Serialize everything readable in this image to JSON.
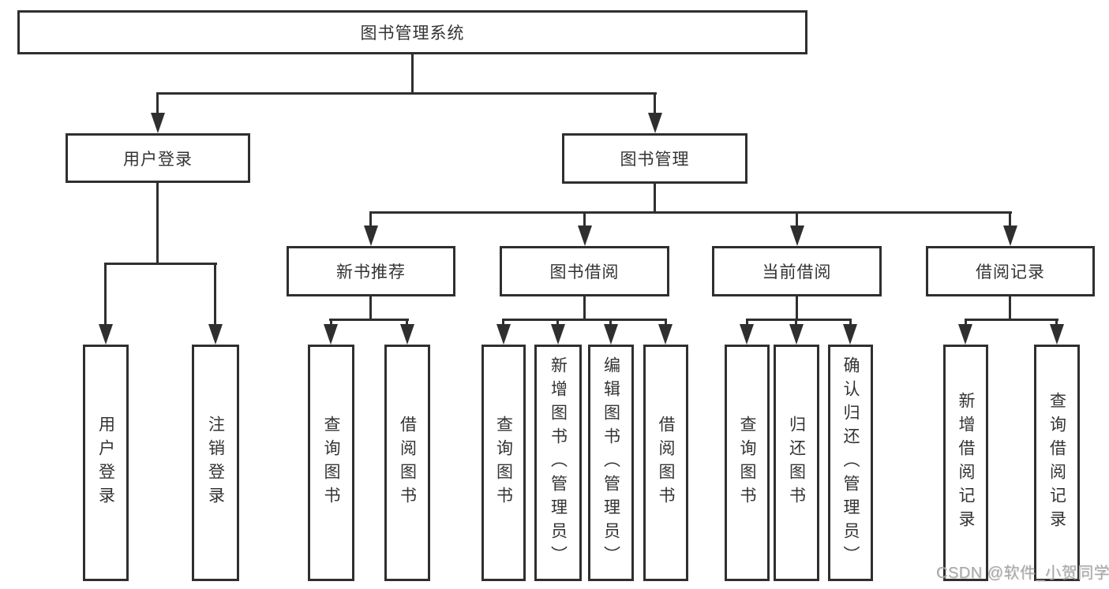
{
  "diagram_type": "hierarchy-tree",
  "colors": {
    "line": "#2f2f2f",
    "border": "#2f2f2f",
    "text": "#333333",
    "background": "#ffffff",
    "watermark": "#a8a8a8"
  },
  "tree": {
    "root": {
      "label": "图书管理系统",
      "children": [
        {
          "label": "用户登录",
          "children": [
            {
              "label": "用户登录"
            },
            {
              "label": "注销登录"
            }
          ]
        },
        {
          "label": "图书管理",
          "children": [
            {
              "label": "新书推荐",
              "children": [
                {
                  "label": "查询图书"
                },
                {
                  "label": "借阅图书"
                }
              ]
            },
            {
              "label": "图书借阅",
              "children": [
                {
                  "label": "查询图书"
                },
                {
                  "label": "新增图书（管理员）"
                },
                {
                  "label": "编辑图书（管理员）"
                },
                {
                  "label": "借阅图书"
                }
              ]
            },
            {
              "label": "当前借阅",
              "children": [
                {
                  "label": "查询图书"
                },
                {
                  "label": "归还图书"
                },
                {
                  "label": "确认归还（管理员）"
                }
              ]
            },
            {
              "label": "借阅记录",
              "children": [
                {
                  "label": "新增借阅记录"
                },
                {
                  "label": "查询借阅记录"
                }
              ]
            }
          ]
        }
      ]
    }
  },
  "watermark": {
    "text": "CSDN @软件_小贺同学"
  }
}
